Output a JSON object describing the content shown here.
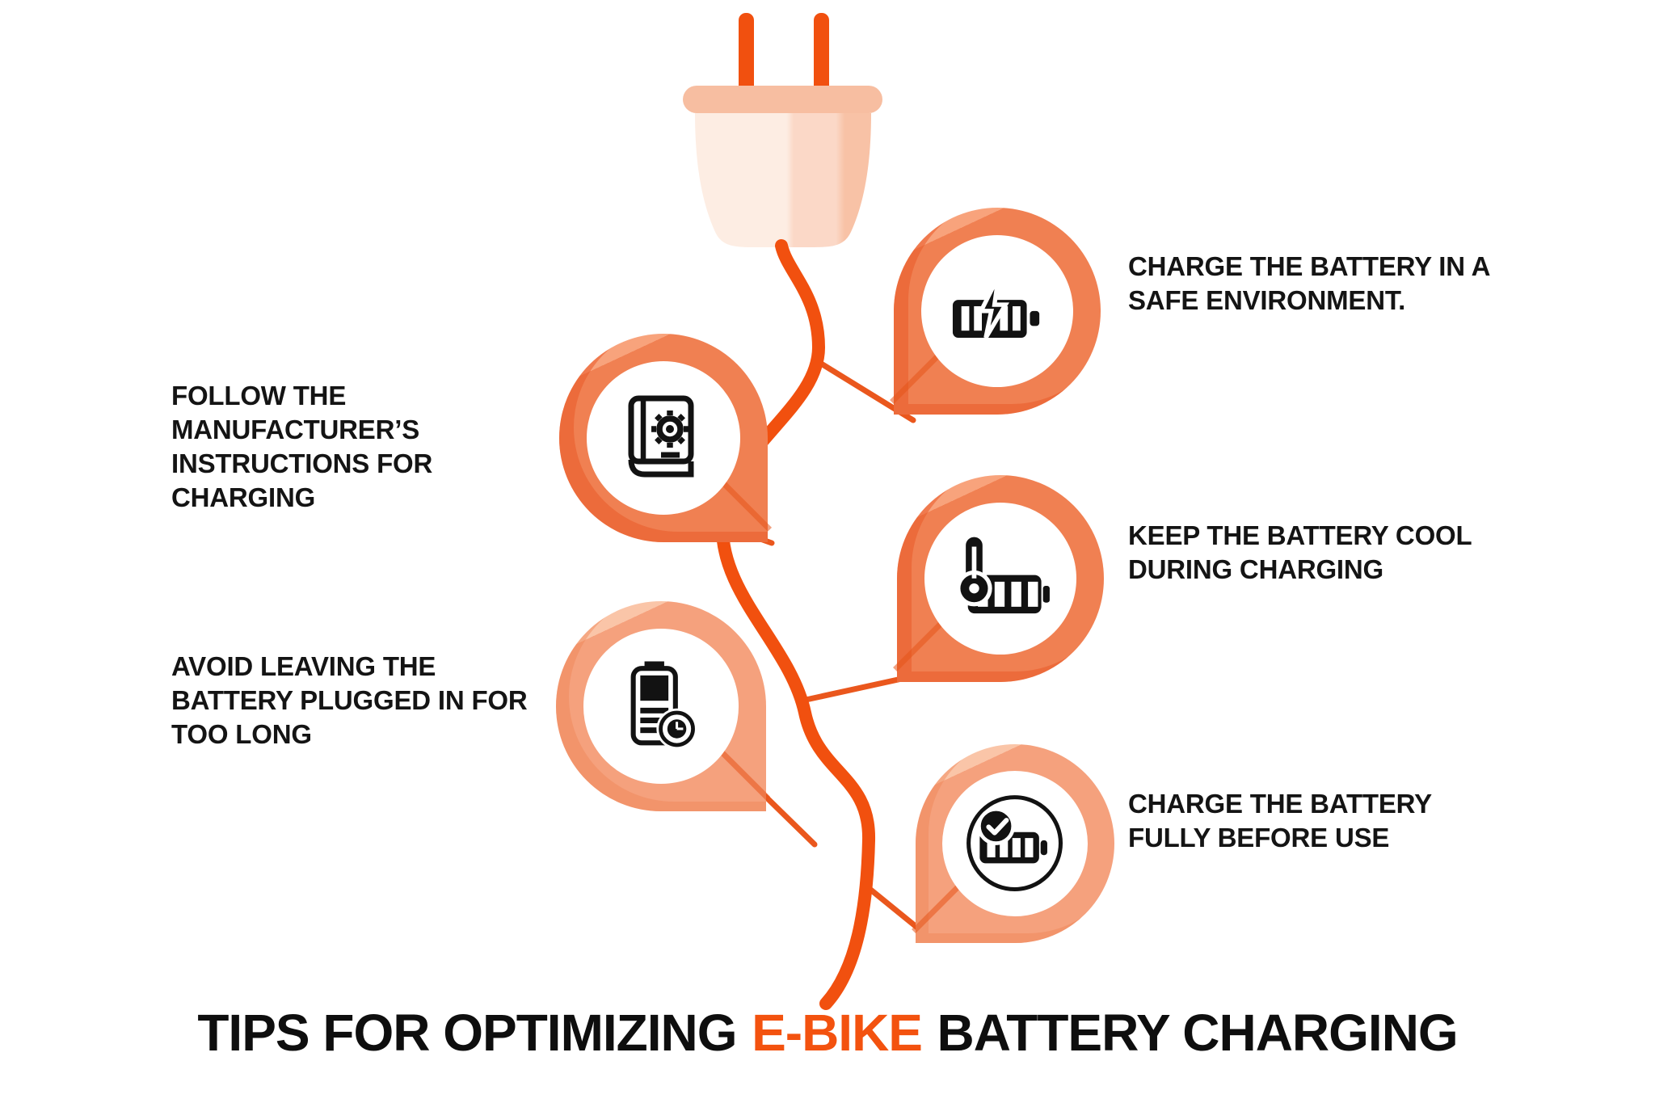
{
  "title": {
    "prefix": "TIPS FOR OPTIMIZING",
    "highlight": "E-BIKE",
    "suffix": "BATTERY CHARGING"
  },
  "tips": [
    {
      "id": "safe-environment",
      "icon": "battery-lightning-icon",
      "label": "CHARGE THE BATTERY IN A\nSAFE ENVIRONMENT."
    },
    {
      "id": "manufacturer-instructions",
      "icon": "manual-book-gear-icon",
      "label": "FOLLOW THE\nMANUFACTURER’S\nINSTRUCTIONS FOR\nCHARGING"
    },
    {
      "id": "keep-cool",
      "icon": "thermometer-battery-icon",
      "label": "KEEP THE BATTERY COOL\nDURING CHARGING"
    },
    {
      "id": "avoid-overcharge",
      "icon": "battery-timer-icon",
      "label": "AVOID LEAVING THE\nBATTERY PLUGGED IN FOR\nTOO LONG"
    },
    {
      "id": "charge-fully",
      "icon": "battery-check-icon",
      "label": "CHARGE THE BATTERY\nFULLY BEFORE USE"
    }
  ],
  "palette": {
    "accent_stem": "#F1500F",
    "vein": "#EA571D",
    "leaf_orange": "#F08052",
    "leaf_orange_light": "#F8A37C",
    "leaf_soft": "#F5A17D",
    "leaf_soft_light": "#FAC5A8",
    "plug_cap": "#F7BEA1",
    "plug_body": "#FBD8C7",
    "title_highlight": "#F3520F",
    "text": "#141414"
  }
}
